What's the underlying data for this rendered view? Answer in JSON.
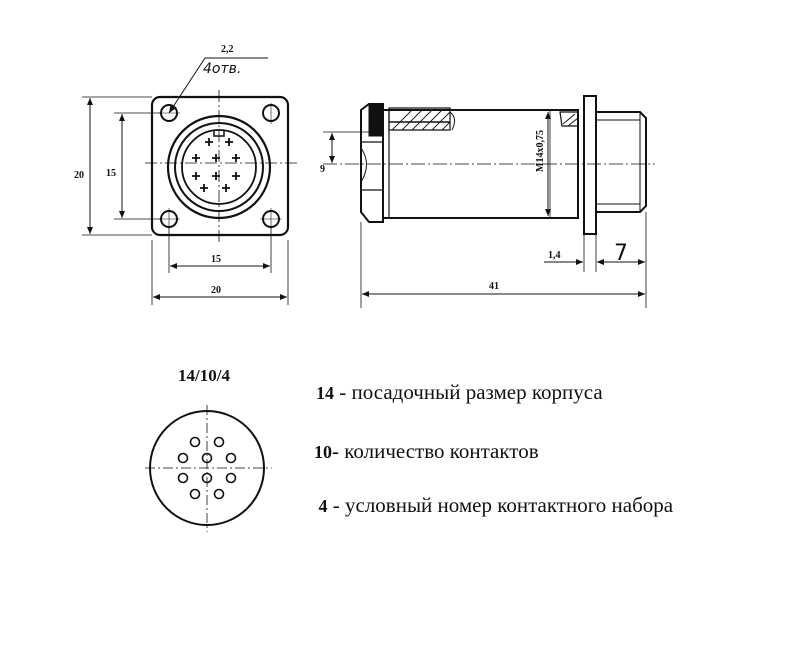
{
  "front_view": {
    "hole_callout_size": "2,2",
    "hole_callout_count": "4отв.",
    "dim_height_outer": "20",
    "dim_height_inner": "15",
    "dim_width_inner": "15",
    "dim_width_outer": "20"
  },
  "side_view": {
    "dim_offset": "9",
    "dim_thread": "M14x0,75",
    "dim_flange": "1,4",
    "dim_length": "41",
    "dim_stub": "7"
  },
  "designation": {
    "code": "14/10/4",
    "items": [
      {
        "num": "14",
        "text": " - посадочный размер корпуса"
      },
      {
        "num": "10",
        "text": "- количество контактов"
      },
      {
        "num": "4",
        "text": " - условный номер контактного набора"
      }
    ]
  }
}
